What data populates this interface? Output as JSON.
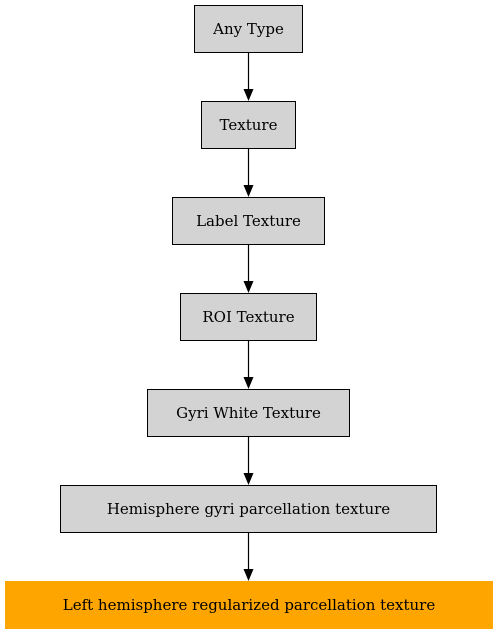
{
  "colors": {
    "node_fill": "#d3d3d3",
    "highlight_fill": "#ffa500",
    "edge": "#000000"
  },
  "nodes": [
    {
      "label": "Any Type"
    },
    {
      "label": "Texture"
    },
    {
      "label": "Label Texture"
    },
    {
      "label": "ROI Texture"
    },
    {
      "label": "Gyri White Texture"
    },
    {
      "label": "Hemisphere gyri parcellation texture"
    },
    {
      "label": "Left hemisphere regularized parcellation texture",
      "highlighted": true
    }
  ]
}
